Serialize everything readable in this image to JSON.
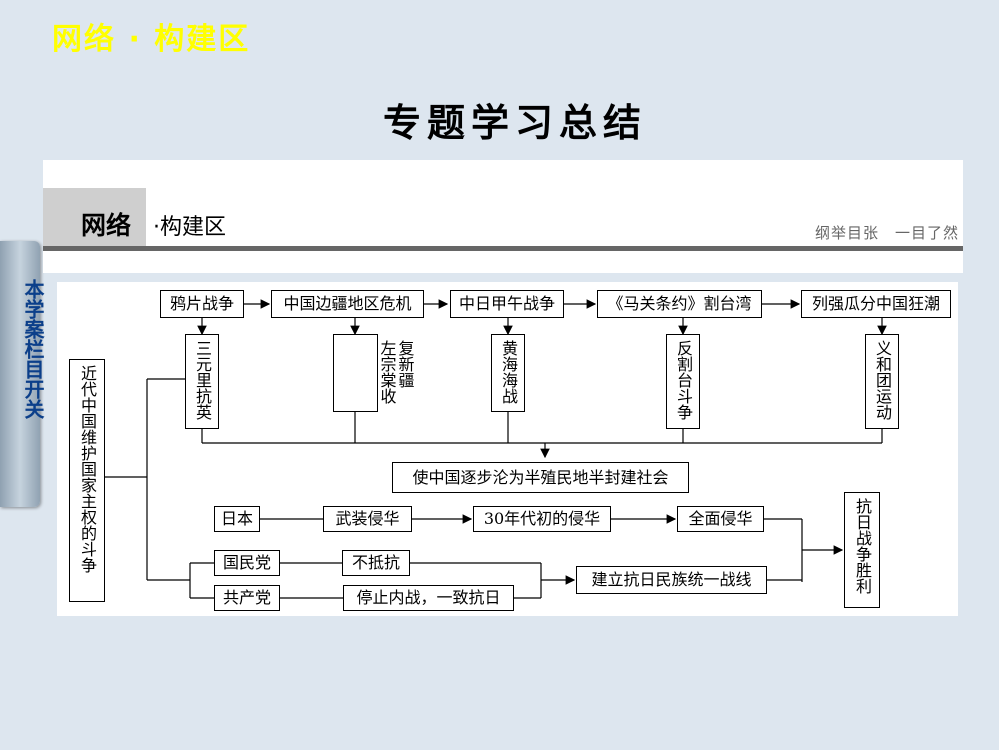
{
  "header": {
    "corner_title": "网络 · 构建区",
    "main_title": "专题学习总结"
  },
  "side_tab": {
    "label": "本学案栏目开关"
  },
  "banner": {
    "bold_label": "网络",
    "rest_label": "·构建区",
    "slogan": "纲举目张　一目了然"
  },
  "diagram": {
    "root": "近代中国维护国家主权的斗争",
    "top_row": [
      "鸦片战争",
      "中国边疆地区危机",
      "中日甲午战争",
      "《马关条约》割台湾",
      "列强瓜分中国狂潮"
    ],
    "sub_events": {
      "s1": "三元里抗英",
      "s2a": "左宗棠收",
      "s2b": "复新疆",
      "s3": "黄海海战",
      "s4": "反割台斗争",
      "s5": "义和团运动"
    },
    "result": "使中国逐步沦为半殖民地半封建社会",
    "japan_row": [
      "日本",
      "武装侵华",
      "30年代初的侵华",
      "全面侵华"
    ],
    "party_rows": {
      "kmt": "国民党",
      "kmt_policy": "不抵抗",
      "ccp": "共产党",
      "ccp_policy": "停止内战，一致抗日"
    },
    "united_front": "建立抗日民族统一战线",
    "victory": "抗日战争胜利"
  }
}
